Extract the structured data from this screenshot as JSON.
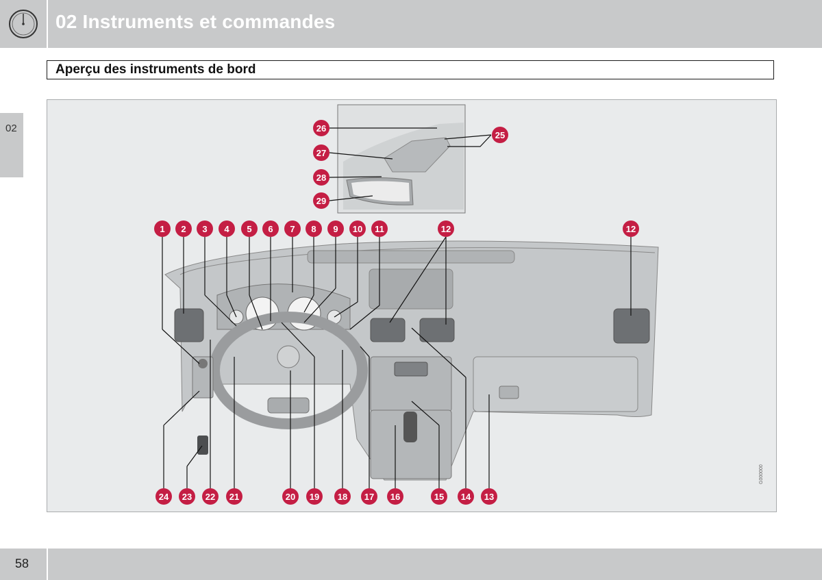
{
  "header": {
    "title": "02 Instruments et commandes"
  },
  "section": {
    "title": "Aperçu des instruments de bord"
  },
  "side_tab": {
    "label": "02"
  },
  "figure": {
    "code": "G000000",
    "callouts_top": [
      "1",
      "2",
      "3",
      "4",
      "5",
      "6",
      "7",
      "8",
      "9",
      "10",
      "11",
      "12",
      "12"
    ],
    "callouts_bottom": [
      "24",
      "23",
      "22",
      "21",
      "20",
      "19",
      "18",
      "17",
      "16",
      "15",
      "14",
      "13"
    ],
    "callouts_inset": [
      "26",
      "27",
      "28",
      "29",
      "25"
    ],
    "instrument_labels": {
      "speedo": "6",
      "tacho": "8"
    }
  },
  "footer": {
    "page_number": "58"
  },
  "colors": {
    "accent": "#c41e44",
    "header_gray": "#c8c9ca",
    "figure_bg": "#e9ebec"
  }
}
